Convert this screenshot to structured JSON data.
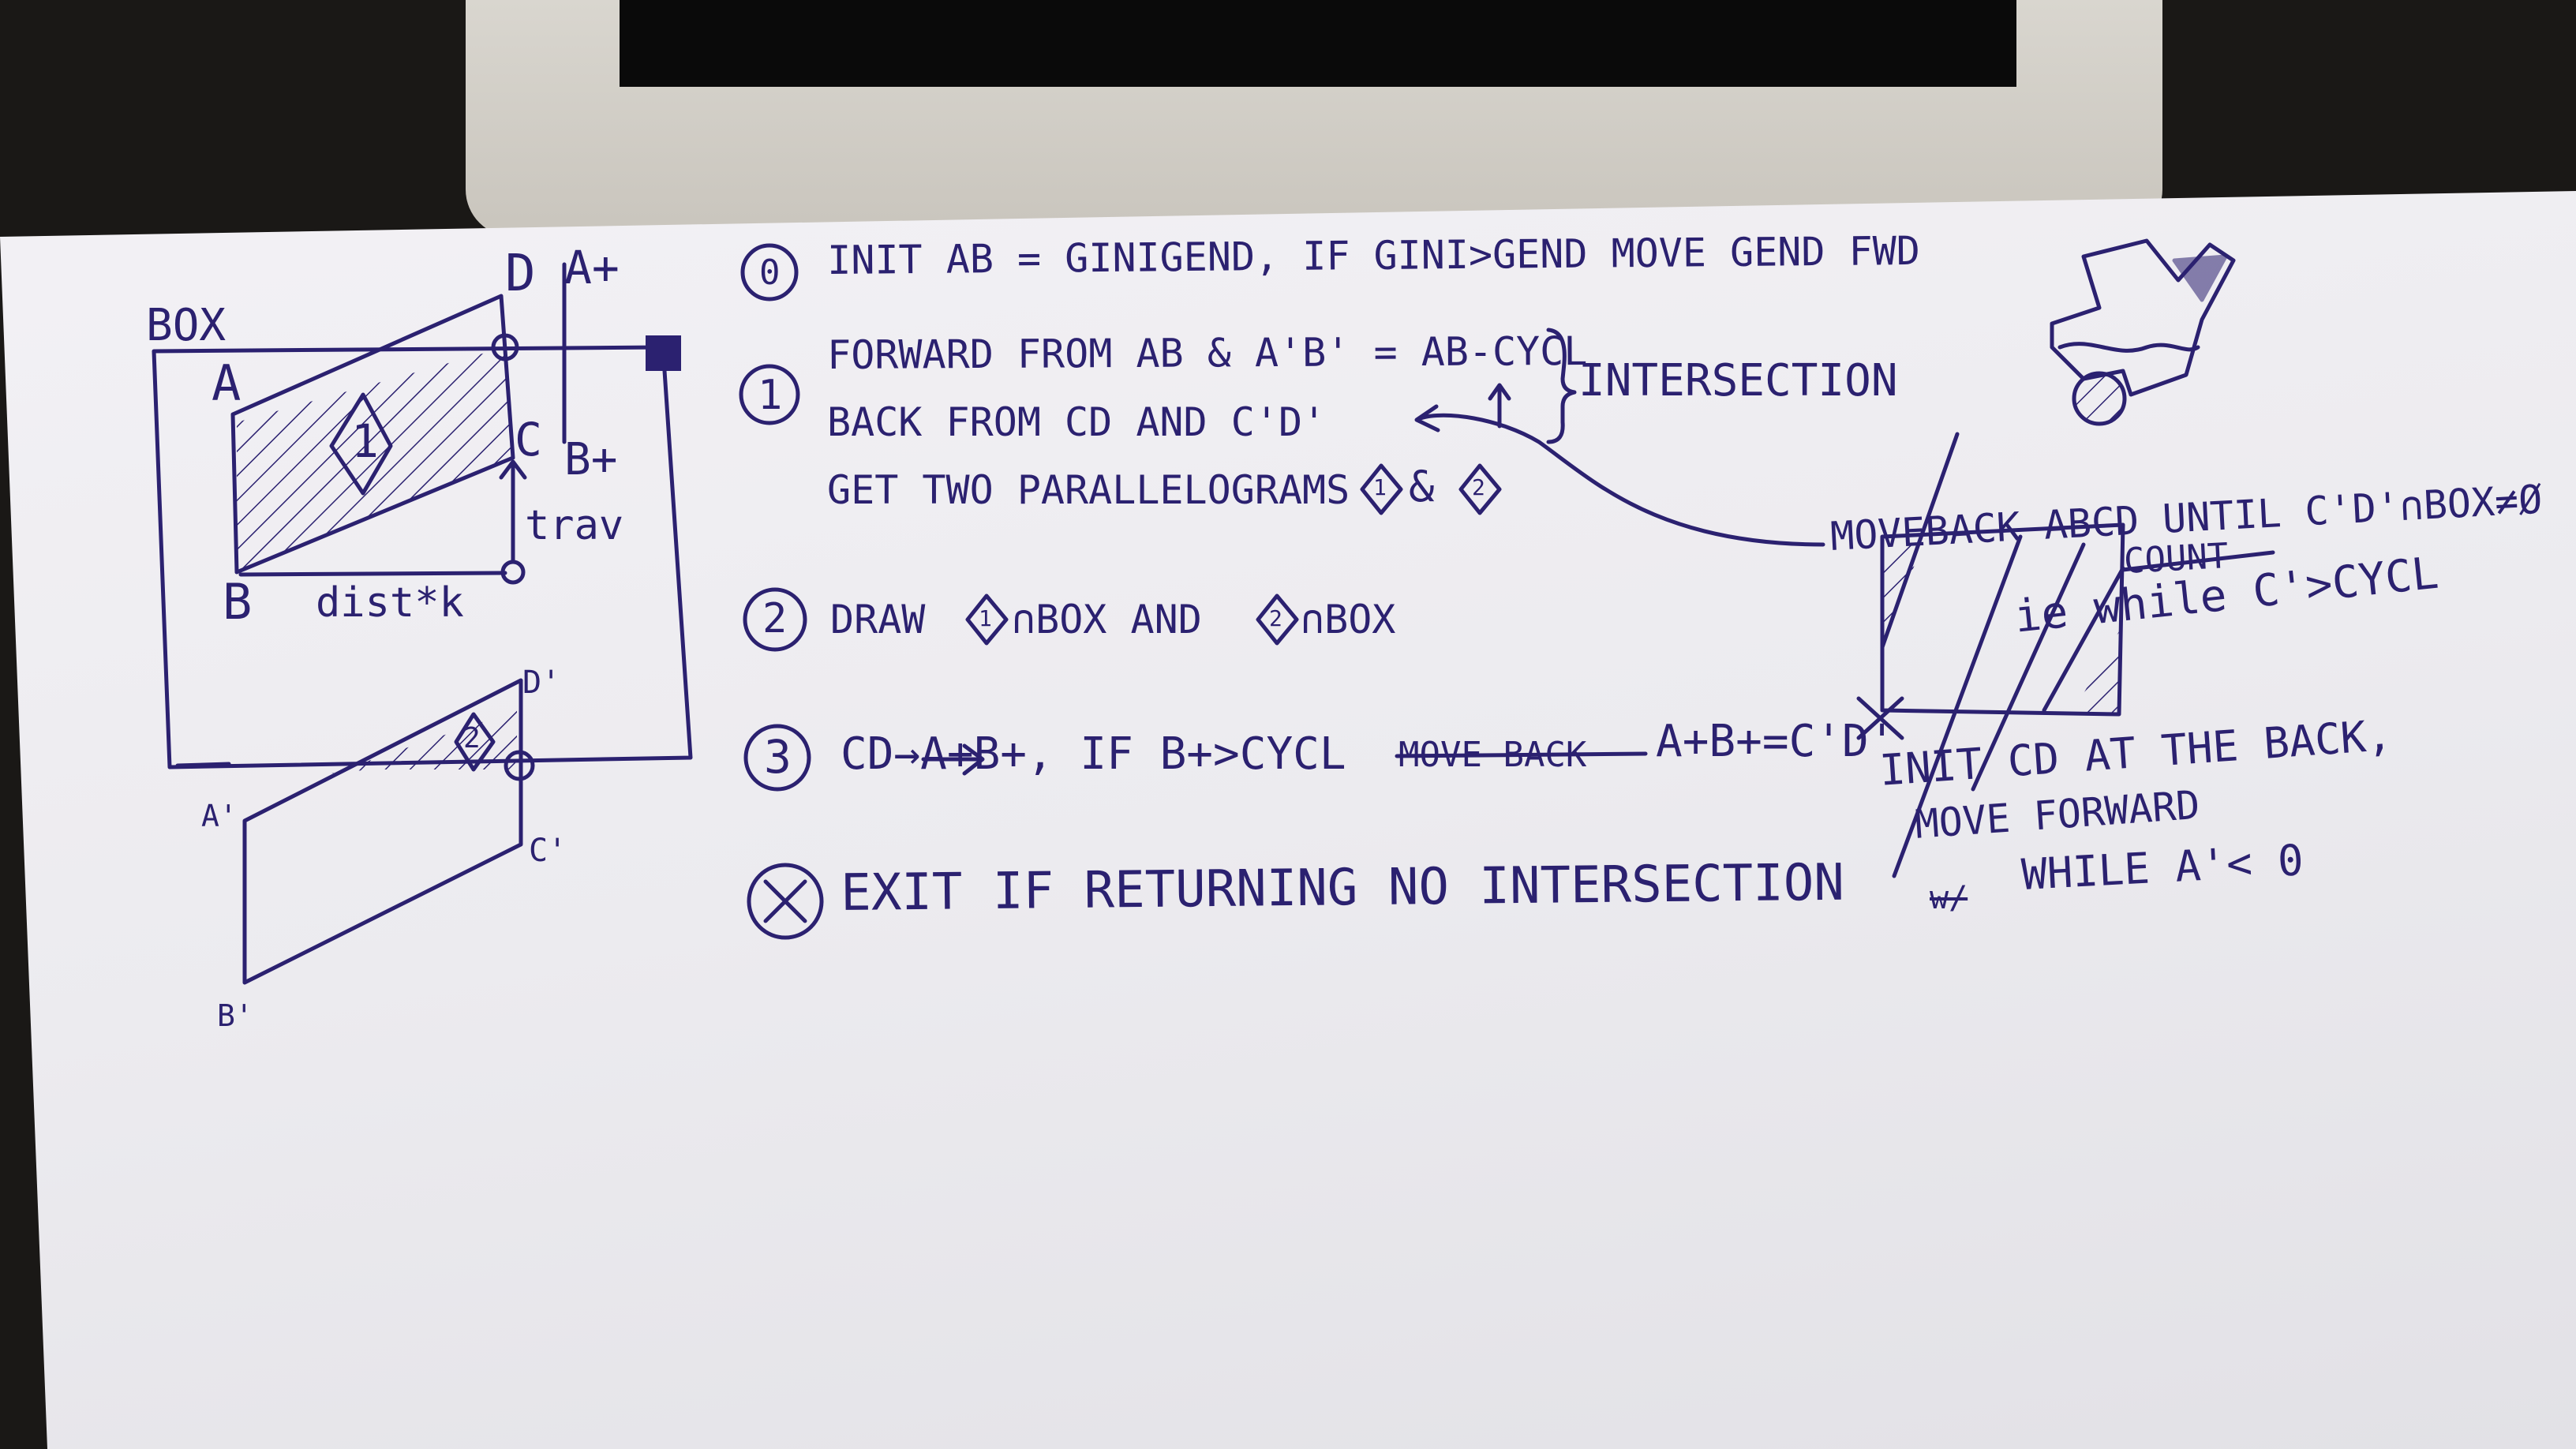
{
  "colors": {
    "ink": "#2b2170",
    "paper": "#efeef2",
    "background": "#1a1816",
    "monitor": "#d3d0c8"
  },
  "left_diagram": {
    "box_label": "BOX",
    "label_A": "A",
    "label_B": "B",
    "label_C": "C",
    "label_D": "D",
    "label_Aplus": "A+",
    "label_Bplus": "B+",
    "label_trav": "trav",
    "label_dist": "dist*k",
    "region_1": "1",
    "region_2": "2",
    "label_A_prime": "A'",
    "label_B_prime": "B'",
    "label_C_prime": "C'",
    "label_D_prime": "D'"
  },
  "steps": {
    "step0": {
      "number": "0",
      "text": "INIT AB = GINIGEND, IF GINI>GEND MOVE GEND FWD"
    },
    "step1": {
      "number": "1",
      "line1": "FORWARD FROM AB & A'B' = AB-CYCL",
      "line2": "BACK FROM CD AND C'D'",
      "brace_label": "INTERSECTION",
      "line3_prefix": "GET TWO PARALLELOGRAMS",
      "parallelogram_1": "1",
      "ampersand": "&",
      "parallelogram_2": "2"
    },
    "step2": {
      "number": "2",
      "text_prefix": "DRAW",
      "first_tag": "1",
      "first_suffix": "∩BOX AND",
      "second_tag": "2",
      "second_suffix": "∩BOX"
    },
    "step3": {
      "number": "3",
      "text_main": "CD→A+B+, IF B+>CYCL",
      "struck": "MOVE BACK",
      "text_end": "A+B+=C'D'"
    },
    "exit": {
      "symbol": "×",
      "text": "EXIT IF RETURNING NO INTERSECTION"
    }
  },
  "right_notes": {
    "moveback": "MOVEBACK ABCD UNTIL C'D'∩BOX≠Ø",
    "count_struck": "COUNT",
    "ie_while": "ie while C'>CYCL",
    "init_line1": "INIT CD AT THE BACK,",
    "init_line2": "MOVE FORWARD",
    "init_line3_struck": "w/",
    "init_line3": "WHILE A'< 0"
  }
}
